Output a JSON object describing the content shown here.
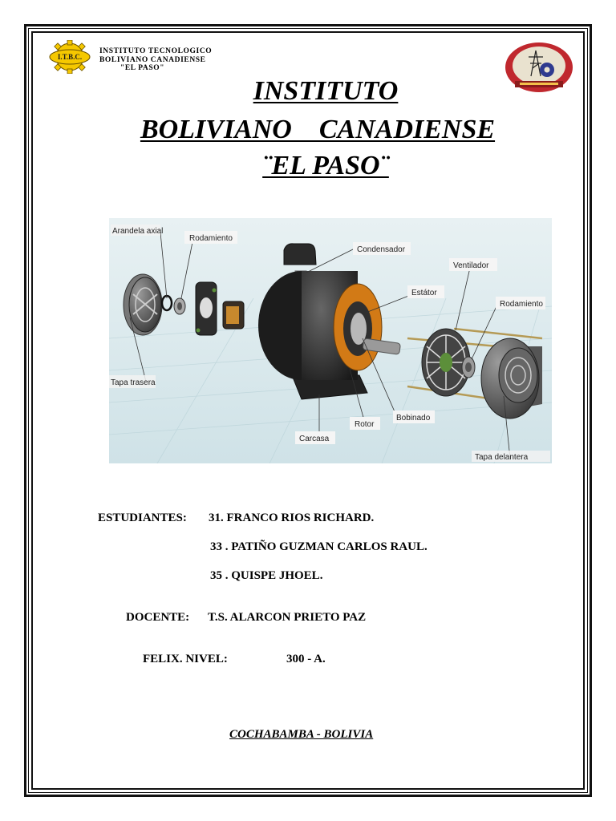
{
  "header": {
    "logo_left": {
      "badge_text": "I.T.B.C.",
      "line1": "INSTITUTO TECNOLOGICO",
      "line2": "BOLIVIANO CANADIENSE",
      "line3": "\"EL PASO\""
    }
  },
  "title": {
    "line1": "INSTITUTO",
    "line2": "BOLIVIANO    CANADIENSE",
    "line3": "¨EL PASO¨"
  },
  "figure": {
    "labels": {
      "arandela_axial": "Arandela axial",
      "rodamiento_left": "Rodamiento",
      "condensador": "Condensador",
      "ventilador": "Ventilador",
      "estator": "Estátor",
      "rodamiento_right": "Rodamiento",
      "tapa_trasera": "Tapa trasera",
      "bobinado": "Bobinado",
      "rotor": "Rotor",
      "carcasa": "Carcasa",
      "tapa_delantera": "Tapa delantera"
    }
  },
  "info": {
    "students_label": "ESTUDIANTES:",
    "student_1": "31. FRANCO RIOS RICHARD.",
    "student_2": "33 . PATIÑO GUZMAN CARLOS RAUL.",
    "student_3": "35 . QUISPE JHOEL.",
    "teacher_label": "DOCENTE:",
    "teacher_name": "T.S. ALARCON PRIETO PAZ",
    "level_label": "FELIX. NIVEL:",
    "level_value": "300 - A."
  },
  "footer": {
    "location": "COCHABAMBA - BOLIVIA"
  },
  "colors": {
    "badge_yellow": "#f5c800",
    "logo_right_red": "#c0282e",
    "rotor_orange": "#d27a16"
  }
}
